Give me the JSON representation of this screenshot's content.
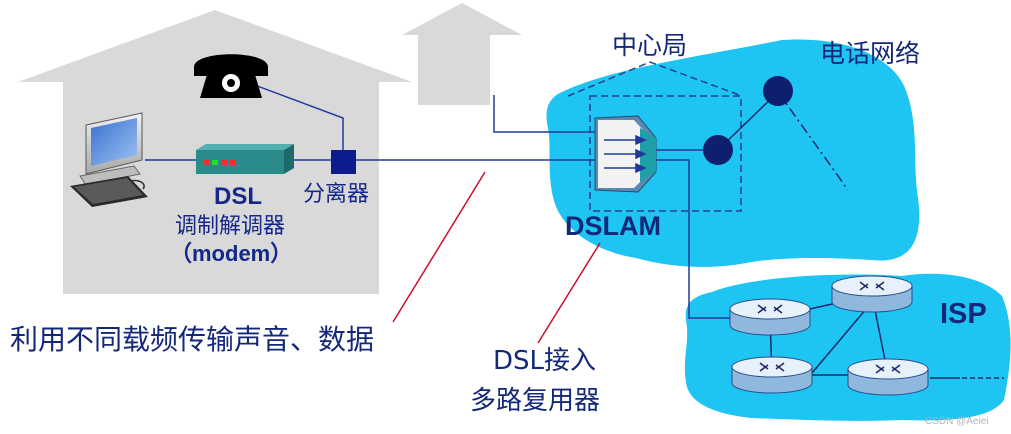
{
  "labels": {
    "central_office": "中心局",
    "telephone_network": "电话网络",
    "dsl": "DSL",
    "modem_cn": "调制解调器",
    "modem_en": "（modem）",
    "splitter": "分离器",
    "dslam": "DSLAM",
    "isp": "ISP",
    "carrier_note": "利用不同载频传输声音、数据",
    "dslam_desc_line1": "DSL接入",
    "dslam_desc_line2": "多路复用器"
  },
  "watermark": "CSDN @Aeiei",
  "colors": {
    "house": "#d9d9d9",
    "network_cloud": "#1ec4f2",
    "label_text": "#14287a",
    "wire": "#1f3a9a",
    "pointer": "#c8102e",
    "modem_body": "#2b8a8a",
    "splitter_box": "#0d1b8c",
    "phone_node": "#0d1f6e",
    "router": "#b9d7ee"
  },
  "icons": [
    "telephone-icon",
    "computer-icon",
    "modem-icon",
    "splitter-icon",
    "dslam-icon",
    "router-icon"
  ]
}
